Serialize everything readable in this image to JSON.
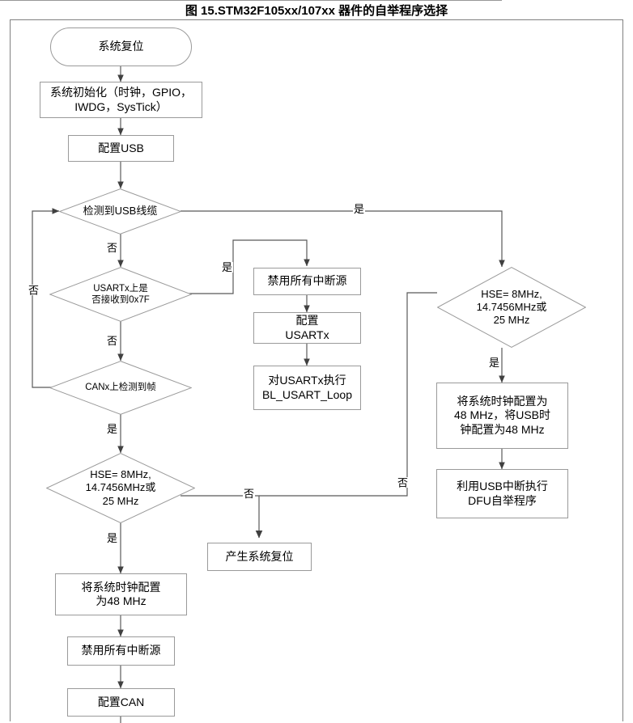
{
  "figure": {
    "title": "图 15.STM32F105xx/107xx 器件的自举程序选择"
  },
  "colors": {
    "border": "#9a9a9a",
    "frame": "#808080",
    "line": "#595959",
    "text": "#000000",
    "background": "#ffffff"
  },
  "nodes": {
    "system_reset": "系统复位",
    "system_init": "系统初始化（时钟，GPIO，\nIWDG，SysTick）",
    "system_init_line1": "系统初始化（时钟，GPIO，",
    "system_init_line2": "IWDG，SysTick）",
    "config_usb": "配置USB",
    "detect_usb_cable": "检测到USB线缆",
    "usart_rx_7f_line1": "USARTx上是",
    "usart_rx_7f_line2": "否接收到0x7F",
    "can_frame_detected": "CANx上检测到帧",
    "disable_all_irq_mid": "禁用所有中断源",
    "config_usartx_line1": "配置",
    "config_usartx_line2": "USARTx",
    "bl_usart_loop_line1": "对USARTx执行",
    "bl_usart_loop_line2": "BL_USART_Loop",
    "hse_check_right_line1": "HSE= 8MHz,",
    "hse_check_right_line2": "14.7456MHz或",
    "hse_check_right_line3": "25 MHz",
    "config_clock_usb_line1": "将系统时钟配置为",
    "config_clock_usb_line2": "48 MHz，将USB时",
    "config_clock_usb_line3": "钟配置为48 MHz",
    "dfu_bootloader_line1": "利用USB中断执行",
    "dfu_bootloader_line2": "DFU自举程序",
    "hse_check_left_line1": "HSE= 8MHz,",
    "hse_check_left_line2": "14.7456MHz或",
    "hse_check_left_line3": "25 MHz",
    "generate_system_reset": "产生系统复位",
    "config_clock_48_line1": "将系统时钟配置",
    "config_clock_48_line2": "为48 MHz",
    "disable_all_irq_bottom": "禁用所有中断源",
    "config_can": "配置CAN"
  },
  "edge_labels": {
    "usb_yes": "是",
    "usb_no": "否",
    "usart_yes": "是",
    "usart_no": "否",
    "can_no": "否",
    "can_yes": "是",
    "hse_right_yes": "是",
    "hse_right_no": "否",
    "hse_left_yes": "是",
    "hse_left_no": "否"
  }
}
